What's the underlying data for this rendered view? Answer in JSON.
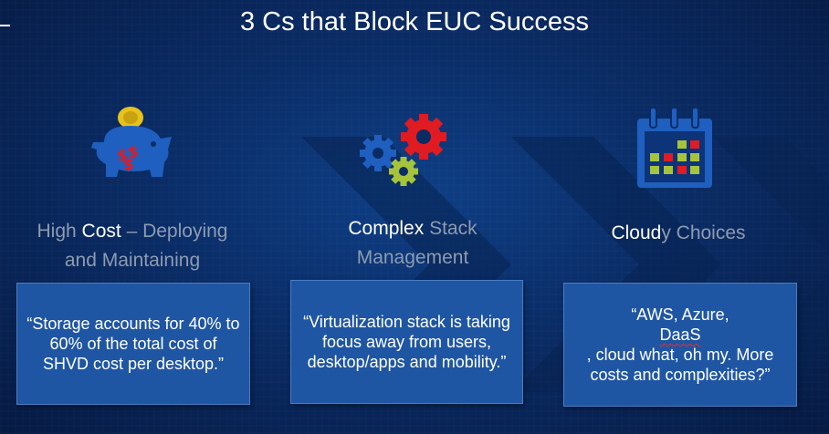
{
  "slide": {
    "title": "3 Cs that Block EUC Success"
  },
  "columns": [
    {
      "icon": "piggy-bank-icon",
      "heading_pre": "High ",
      "heading_strong": "Cost",
      "heading_post": " – Deploying",
      "heading_line2": "and Maintaining",
      "quote": "“Storage accounts for 40% to 60% of the total cost of SHVD  cost per desktop.”"
    },
    {
      "icon": "gears-icon",
      "heading_strong": "Complex",
      "heading_post": " Stack",
      "heading_line2": "Management",
      "quote": "“Virtualization  stack is taking focus away from users, desktop/apps and mobility.”"
    },
    {
      "icon": "calendar-icon",
      "heading_strong": "Cloud",
      "heading_post": "y Choices",
      "quote_pre": "“AWS, Azure, ",
      "quote_flagged": "DaaS",
      "quote_post": ", cloud what, oh my. More costs and complexities?”"
    }
  ],
  "colors": {
    "card": "#1f56a3",
    "heading_muted": "#8e9bb0",
    "icon_blue": "#1f5fbf",
    "icon_red": "#e01b22",
    "icon_green": "#a6c43a",
    "coin_yellow": "#e8c21c"
  }
}
